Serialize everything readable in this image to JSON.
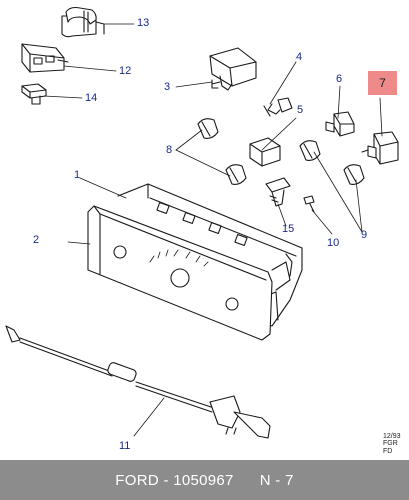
{
  "callouts": {
    "c1": "1",
    "c2": "2",
    "c3": "3",
    "c4": "4",
    "c5": "5",
    "c6": "6",
    "c7": "7",
    "c8": "8",
    "c9": "9",
    "c10": "10",
    "c11": "11",
    "c12": "12",
    "c13": "13",
    "c14": "14",
    "c15": "15"
  },
  "stamp": {
    "date": "12/93",
    "code1": "FGR",
    "code2": "FD"
  },
  "footer": {
    "part": "FORD - 1050967",
    "ref": "N - 7"
  },
  "colors": {
    "line": "#1a1a1a",
    "callout_text": "#1a2a8a",
    "highlight": "#ef8a8a",
    "footer_bg": "#8c8c8c",
    "footer_text": "#ffffff"
  }
}
